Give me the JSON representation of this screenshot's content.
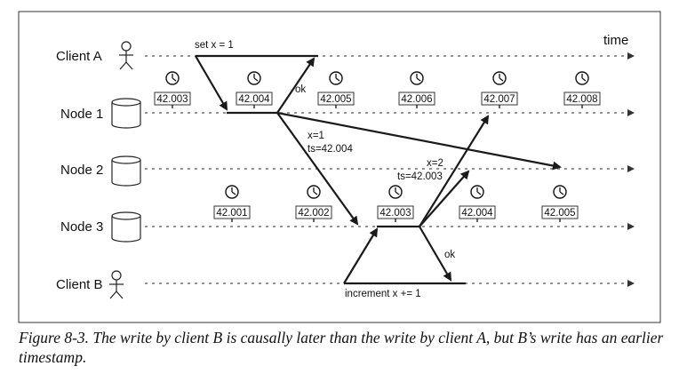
{
  "diagram": {
    "time_label": "time",
    "lanes": [
      {
        "id": "client-a",
        "label": "Client A",
        "kind": "client"
      },
      {
        "id": "node-1",
        "label": "Node 1",
        "kind": "node"
      },
      {
        "id": "node-2",
        "label": "Node 2",
        "kind": "node"
      },
      {
        "id": "node-3",
        "label": "Node 3",
        "kind": "node"
      },
      {
        "id": "client-b",
        "label": "Client B",
        "kind": "client"
      }
    ],
    "node1_timestamps": [
      "42.003",
      "42.004",
      "42.005",
      "42.006",
      "42.007",
      "42.008"
    ],
    "node3_timestamps": [
      "42.001",
      "42.002",
      "42.003",
      "42.004",
      "42.005"
    ],
    "message_labels": {
      "set_x": "set x = 1",
      "ok_a": "ok",
      "x1": "x=1",
      "ts1": "ts=42.004",
      "x2": "x=2",
      "ts2": "ts=42.003",
      "ok_b": "ok",
      "increment": "increment x += 1"
    }
  },
  "caption": "Figure 8-3. The write by client B is causally later than the write by client A, but B’s write has an earlier timestamp."
}
